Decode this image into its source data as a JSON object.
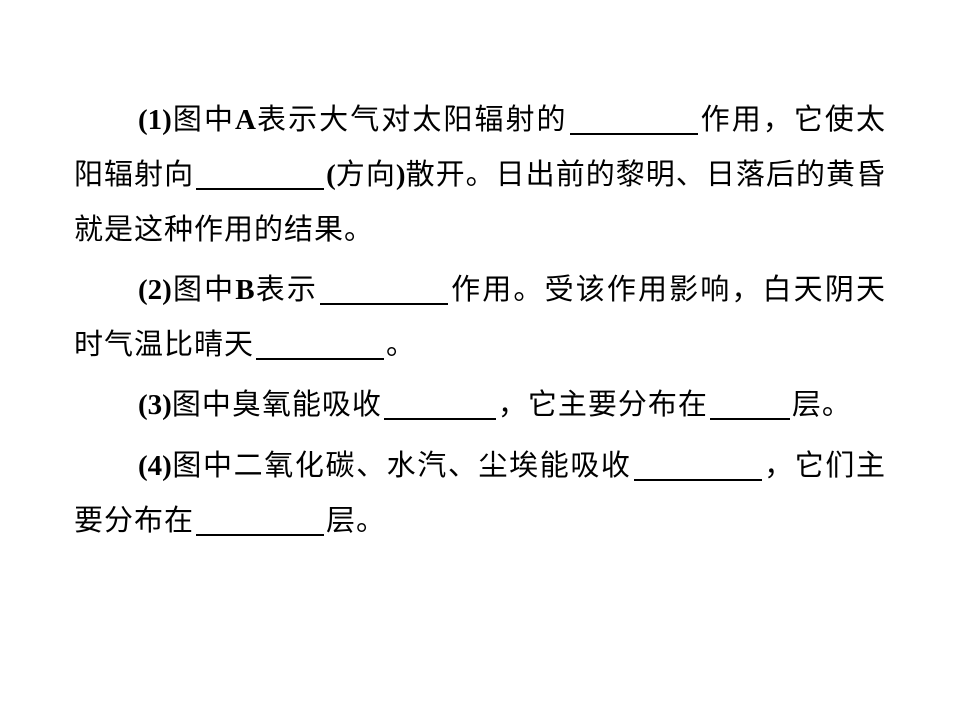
{
  "questions": [
    {
      "num": "(1)",
      "t1": "图中",
      "b1": "A",
      "t2": "表示大气对太阳辐射的",
      "t3": "作用，它使太阳辐射向",
      "t4": "(",
      "t5": "方向",
      "t6": ")",
      "t7": "散开。日出前的黎明、日落后的黄昏就是这种作用的结果。"
    },
    {
      "num": "(2)",
      "t1": "图中",
      "b1": "B",
      "t2": "表示",
      "t3": "作用。受该作用影响，白天阴天时气温比晴天",
      "t4": "。"
    },
    {
      "num": "(3)",
      "t1": "图中臭氧能吸收",
      "t2": "，它主要分布在",
      "t3": "层。"
    },
    {
      "num": "(4)",
      "t1": "图中二氧化碳、水汽、尘埃能吸收",
      "t2": "，它们主要分布在",
      "t3": "层。"
    }
  ]
}
